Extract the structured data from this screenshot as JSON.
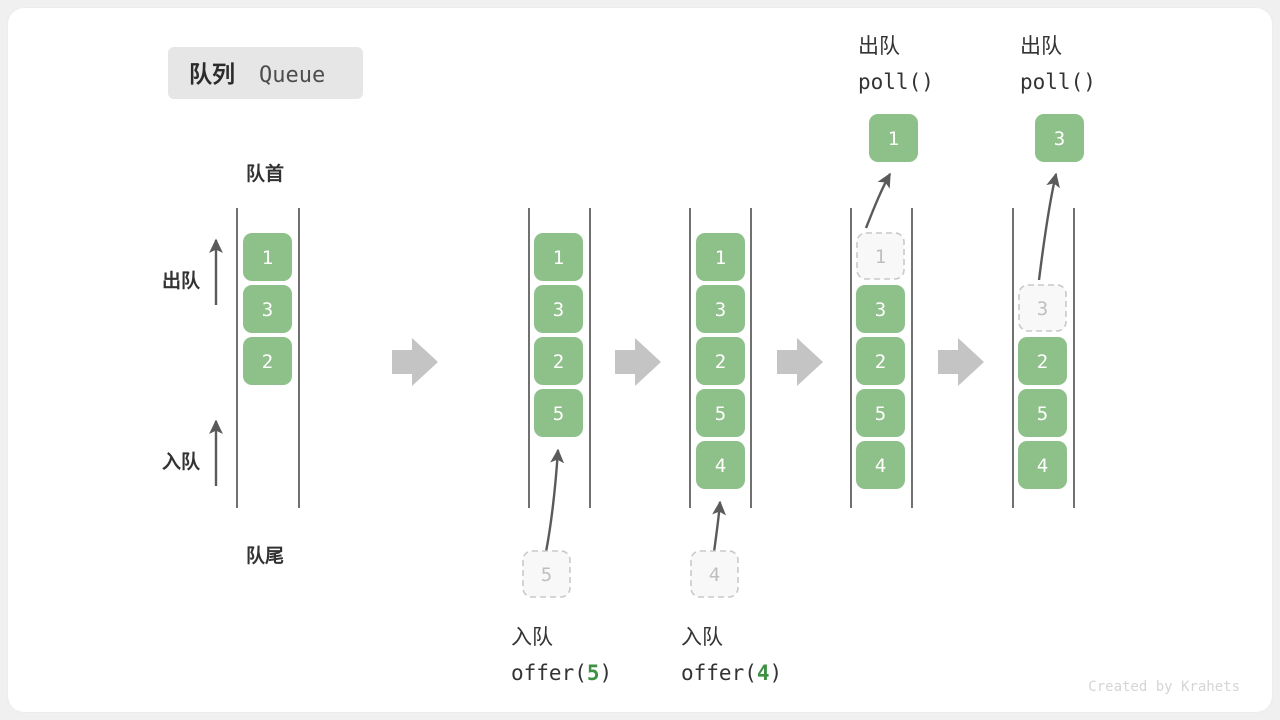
{
  "title": {
    "cn": "队列",
    "en": "Queue"
  },
  "labels": {
    "head": "队首",
    "tail": "队尾",
    "dequeue": "出队",
    "enqueue": "入队"
  },
  "credit": "Created by Krahets",
  "colors": {
    "node_green": "#8ec08a",
    "accent_green": "#3f9142",
    "ghost_fill": "#f8f8f8",
    "ghost_border": "#c9c9c9",
    "rail": "#4d4d4d",
    "step_arrow": "#c4c4c4",
    "badge_bg": "#e6e6e6",
    "text": "#333333",
    "credit": "#d5d5d5"
  },
  "columns": [
    {
      "id": "initial",
      "values": [
        "1",
        "3",
        "2"
      ],
      "caption_cn": "",
      "caption_code": "",
      "ghost": null,
      "popped": null
    },
    {
      "id": "after-offer-5",
      "values": [
        "1",
        "3",
        "2",
        "5"
      ],
      "caption_cn": "入队",
      "caption_code": "offer(5)",
      "caption_code_prefix": "offer(",
      "caption_code_arg": "5",
      "caption_code_suffix": ")",
      "ghost": "5",
      "popped": null
    },
    {
      "id": "after-offer-4",
      "values": [
        "1",
        "3",
        "2",
        "5",
        "4"
      ],
      "caption_cn": "入队",
      "caption_code": "offer(4)",
      "caption_code_prefix": "offer(",
      "caption_code_arg": "4",
      "caption_code_suffix": ")",
      "ghost": "4",
      "popped": null
    },
    {
      "id": "after-poll-1",
      "values": [
        "3",
        "2",
        "5",
        "4"
      ],
      "caption_cn": "出队",
      "caption_code": "poll()",
      "ghost": "1",
      "popped": "1"
    },
    {
      "id": "after-poll-3",
      "values": [
        "2",
        "5",
        "4"
      ],
      "caption_cn": "出队",
      "caption_code": "poll()",
      "ghost": "3",
      "popped": "3"
    }
  ],
  "chart_data": {
    "type": "diagram",
    "title": "队列 Queue",
    "description": "FIFO queue operations shown as five vertical snapshots",
    "steps": [
      {
        "state": [
          "1",
          "3",
          "2"
        ],
        "operation": null
      },
      {
        "state": [
          "1",
          "3",
          "2",
          "5"
        ],
        "operation": "offer(5)"
      },
      {
        "state": [
          "1",
          "3",
          "2",
          "5",
          "4"
        ],
        "operation": "offer(4)"
      },
      {
        "state": [
          "3",
          "2",
          "5",
          "4"
        ],
        "operation": "poll()",
        "returned": "1"
      },
      {
        "state": [
          "2",
          "5",
          "4"
        ],
        "operation": "poll()",
        "returned": "3"
      }
    ]
  }
}
